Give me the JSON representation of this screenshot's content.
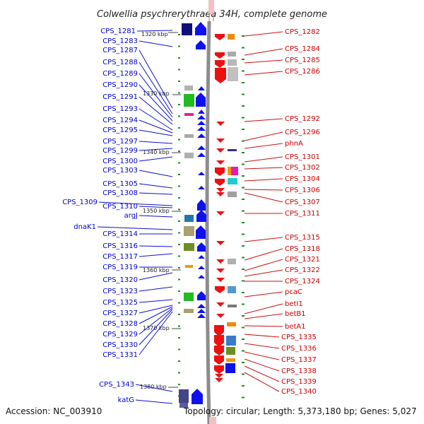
{
  "title": "Colwellia psychrerythraea 34H, complete genome",
  "footer": {
    "accession": "Accession: NC_003910",
    "topology": "Topology: circular; Length: 5,373,180 bp; Genes: 5,027"
  },
  "colors": {
    "forward": "#1010ee",
    "reverse": "#ee1010",
    "left_label": "#0000cc",
    "right_label": "#cc0000",
    "backbone": "#999999",
    "tick": "#228b22"
  },
  "scale_ticks": [
    "1320 kbp",
    "1330 kbp",
    "1340 kbp",
    "1350 kbp",
    "1360 kbp",
    "1370 kbp",
    "1380 kbp"
  ],
  "left_genes": [
    "CPS_1281",
    "CPS_1283",
    "CPS_1287",
    "CPS_1288",
    "CPS_1289",
    "CPS_1290",
    "CPS_1291",
    "CPS_1293",
    "CPS_1294",
    "CPS_1295",
    "CPS_1297",
    "CPS_1299",
    "CPS_1300",
    "CPS_1303",
    "CPS_1305",
    "CPS_1308",
    "CPS_1309",
    "CPS_1310",
    "argJ",
    "dnaK1",
    "CPS_1314",
    "CPS_1316",
    "CPS_1317",
    "CPS_1319",
    "CPS_1320",
    "CPS_1323",
    "CPS_1325",
    "CPS_1327",
    "CPS_1328",
    "CPS_1329",
    "CPS_1330",
    "CPS_1331",
    "CPS_1343",
    "katG"
  ],
  "right_genes": [
    "CPS_1282",
    "CPS_1284",
    "CPS_1285",
    "CPS_1286",
    "CPS_1292",
    "CPS_1296",
    "phnA",
    "CPS_1301",
    "CPS_1302",
    "CPS_1304",
    "CPS_1306",
    "CPS_1307",
    "CPS_1311",
    "CPS_1315",
    "CPS_1318",
    "CPS_1321",
    "CPS_1322",
    "CPS_1324",
    "pcaC",
    "betI1",
    "betB1",
    "betA1",
    "CPS_1335",
    "CPS_1336",
    "CPS_1337",
    "CPS_1338",
    "CPS_1339",
    "CPS_1340"
  ]
}
